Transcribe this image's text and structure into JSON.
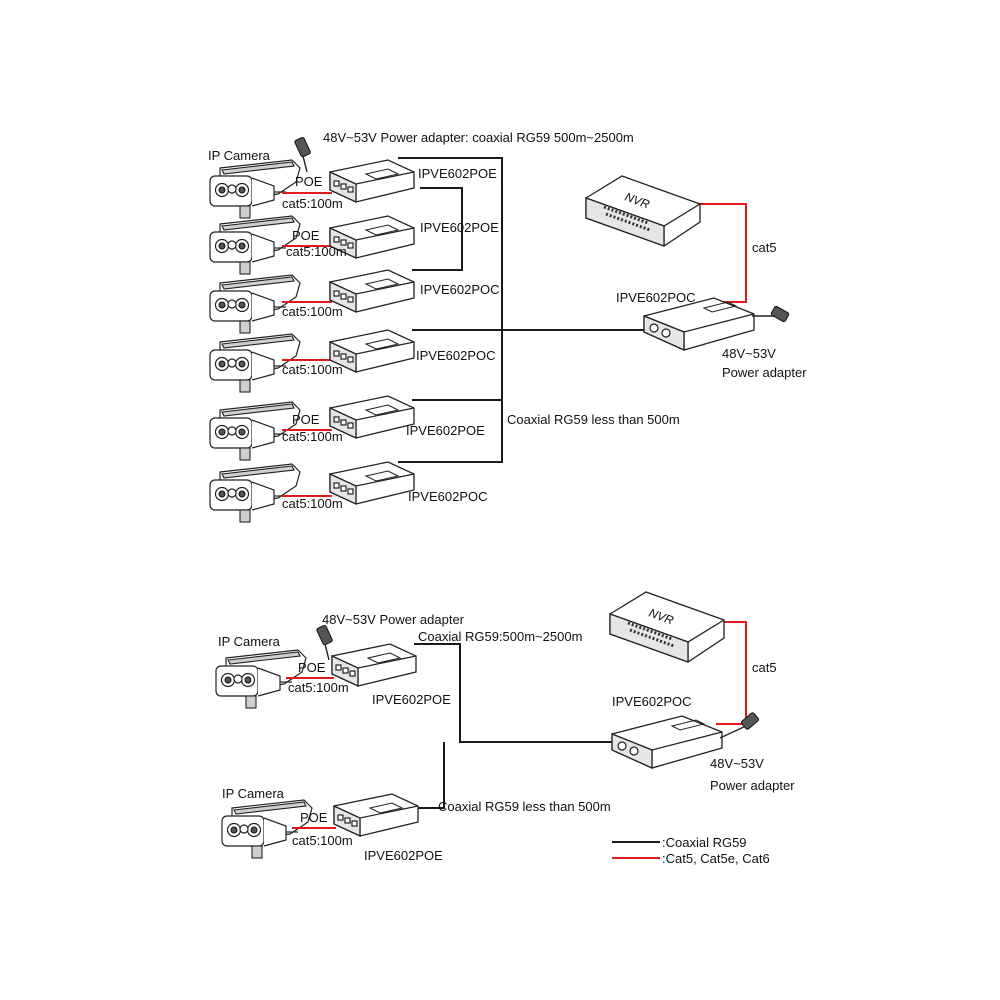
{
  "top": {
    "power_adapter_label": "48V~53V Power adapter: coaxial RG59 500m~2500m",
    "ip_camera_label": "IP Camera",
    "coax_less_label": "Coaxial RG59 less than 500m",
    "nvr_label": "NVR",
    "nvr_cat_label": "cat5",
    "receiver_label": "IPVE602POC",
    "receiver_power_line1": "48V~53V",
    "receiver_power_line2": "Power adapter",
    "rows": [
      {
        "poe": "POE",
        "cat": "cat5:100m",
        "device": "IPVE602POE"
      },
      {
        "poe": "POE",
        "cat": "cat5:100m",
        "device": "IPVE602POE"
      },
      {
        "poe": "",
        "cat": "cat5:100m",
        "device": "IPVE602POC"
      },
      {
        "poe": "",
        "cat": "cat5:100m",
        "device": "IPVE602POC"
      },
      {
        "poe": "POE",
        "cat": "cat5:100m",
        "device": "IPVE602POE"
      },
      {
        "poe": "",
        "cat": "cat5:100m",
        "device": "IPVE602POC"
      }
    ]
  },
  "bottom": {
    "power_adapter_label": "48V~53V Power adapter",
    "coax_long_label": "Coaxial RG59:500m~2500m",
    "coax_less_label": "Coaxial RG59 less than 500m",
    "nvr_label": "NVR",
    "nvr_cat_label": "cat5",
    "receiver_label": "IPVE602POC",
    "receiver_power_line1": "48V~53V",
    "receiver_power_line2": "Power adapter",
    "cameras": [
      {
        "label": "IP Camera",
        "poe": "POE",
        "cat": "cat5:100m",
        "device": "IPVE602POE"
      },
      {
        "label": "IP Camera",
        "poe": "POE",
        "cat": "cat5:100m",
        "device": "IPVE602POE"
      }
    ]
  },
  "legend": {
    "coax": ":Coaxial RG59",
    "cat": ":Cat5, Cat5e, Cat6"
  },
  "colors": {
    "coax_line": "#1a1a1a",
    "cat_line": "#e01b1b"
  }
}
